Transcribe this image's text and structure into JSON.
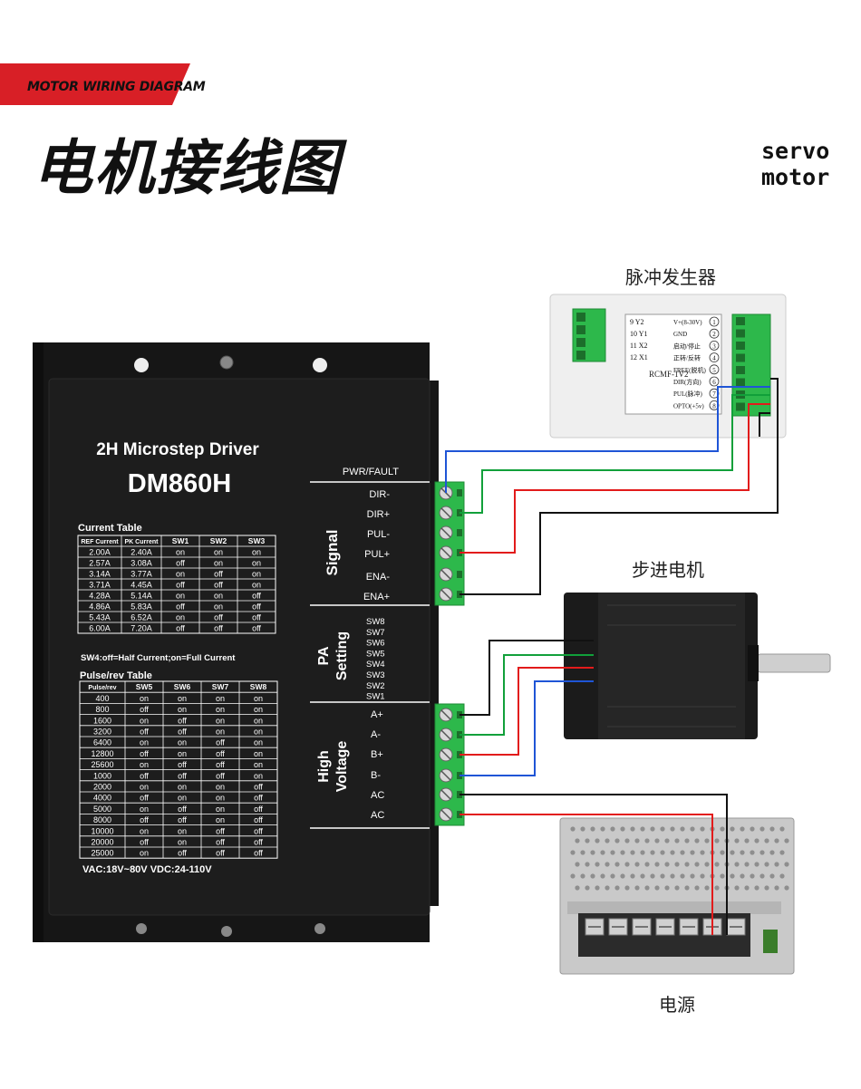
{
  "header": {
    "banner_text": "MOTOR WIRING DIAGRAM",
    "title_cn": "电机接线图",
    "servo_line1": "servo",
    "servo_line2": "motor"
  },
  "labels": {
    "pulse_generator": "脉冲发生器",
    "stepper_motor": "步进电机",
    "power_supply": "电源"
  },
  "driver": {
    "title": "2H Microstep Driver",
    "model": "DM860H",
    "pwr_fault": "PWR/FAULT",
    "signal_group": "Signal",
    "signal_terminals": [
      "DIR-",
      "DIR+",
      "PUL-",
      "PUL+",
      "ENA-",
      "ENA+"
    ],
    "pa_group_1": "PA",
    "pa_group_2": "Setting",
    "switch_labels": [
      "SW8",
      "SW7",
      "SW6",
      "SW5",
      "SW4",
      "SW3",
      "SW2",
      "SW1"
    ],
    "hv_group_1": "High",
    "hv_group_2": "Voltage",
    "hv_terminals": [
      "A+",
      "A-",
      "B+",
      "B-",
      "AC",
      "AC"
    ],
    "current_table_title": "Current Table",
    "current_table_headers": [
      "REF Current",
      "PK Current",
      "SW1",
      "SW2",
      "SW3"
    ],
    "current_table_rows": [
      [
        "2.00A",
        "2.40A",
        "on",
        "on",
        "on"
      ],
      [
        "2.57A",
        "3.08A",
        "off",
        "on",
        "on"
      ],
      [
        "3.14A",
        "3.77A",
        "on",
        "off",
        "on"
      ],
      [
        "3.71A",
        "4.45A",
        "off",
        "off",
        "on"
      ],
      [
        "4.28A",
        "5.14A",
        "on",
        "on",
        "off"
      ],
      [
        "4.86A",
        "5.83A",
        "off",
        "on",
        "off"
      ],
      [
        "5.43A",
        "6.52A",
        "on",
        "off",
        "off"
      ],
      [
        "6.00A",
        "7.20A",
        "off",
        "off",
        "off"
      ]
    ],
    "sw4_note": "SW4:off=Half Current;on=Full Current",
    "pulse_table_title": "Pulse/rev Table",
    "pulse_table_headers": [
      "Pulse/rev",
      "SW5",
      "SW6",
      "SW7",
      "SW8"
    ],
    "pulse_table_rows": [
      [
        "400",
        "on",
        "on",
        "on",
        "on"
      ],
      [
        "800",
        "off",
        "on",
        "on",
        "on"
      ],
      [
        "1600",
        "on",
        "off",
        "on",
        "on"
      ],
      [
        "3200",
        "off",
        "off",
        "on",
        "on"
      ],
      [
        "6400",
        "on",
        "on",
        "off",
        "on"
      ],
      [
        "12800",
        "off",
        "on",
        "off",
        "on"
      ],
      [
        "25600",
        "on",
        "off",
        "off",
        "on"
      ],
      [
        "1000",
        "off",
        "off",
        "off",
        "on"
      ],
      [
        "2000",
        "on",
        "on",
        "on",
        "off"
      ],
      [
        "4000",
        "off",
        "on",
        "on",
        "off"
      ],
      [
        "5000",
        "on",
        "off",
        "on",
        "off"
      ],
      [
        "8000",
        "off",
        "off",
        "on",
        "off"
      ],
      [
        "10000",
        "on",
        "on",
        "off",
        "off"
      ],
      [
        "20000",
        "off",
        "on",
        "off",
        "off"
      ],
      [
        "25000",
        "on",
        "off",
        "off",
        "off"
      ]
    ],
    "voltage_note": "VAC:18V~80V  VDC:24-110V"
  },
  "pulse_generator": {
    "model": "RCMF-1V2",
    "left_pins": [
      "9 Y2",
      "10 Y1",
      "11 X2",
      "12 X1"
    ],
    "right_pins": [
      "V+(8-30V)",
      "GND",
      "启动/停止",
      "正转/反转",
      "FREE(脱机)",
      "DIR(方向)",
      "PUL(脉冲)",
      "OPTO(+5v)"
    ],
    "right_numbers": [
      "1",
      "2",
      "3",
      "4",
      "5",
      "6",
      "7",
      "8"
    ]
  },
  "colors": {
    "banner_red": "#d81f26",
    "wire_blue": "#1f55d6",
    "wire_green": "#11a03a",
    "wire_red": "#e21b1b",
    "wire_black": "#111111",
    "terminal_green": "#2db84b",
    "driver_black": "#1a1a1a"
  }
}
